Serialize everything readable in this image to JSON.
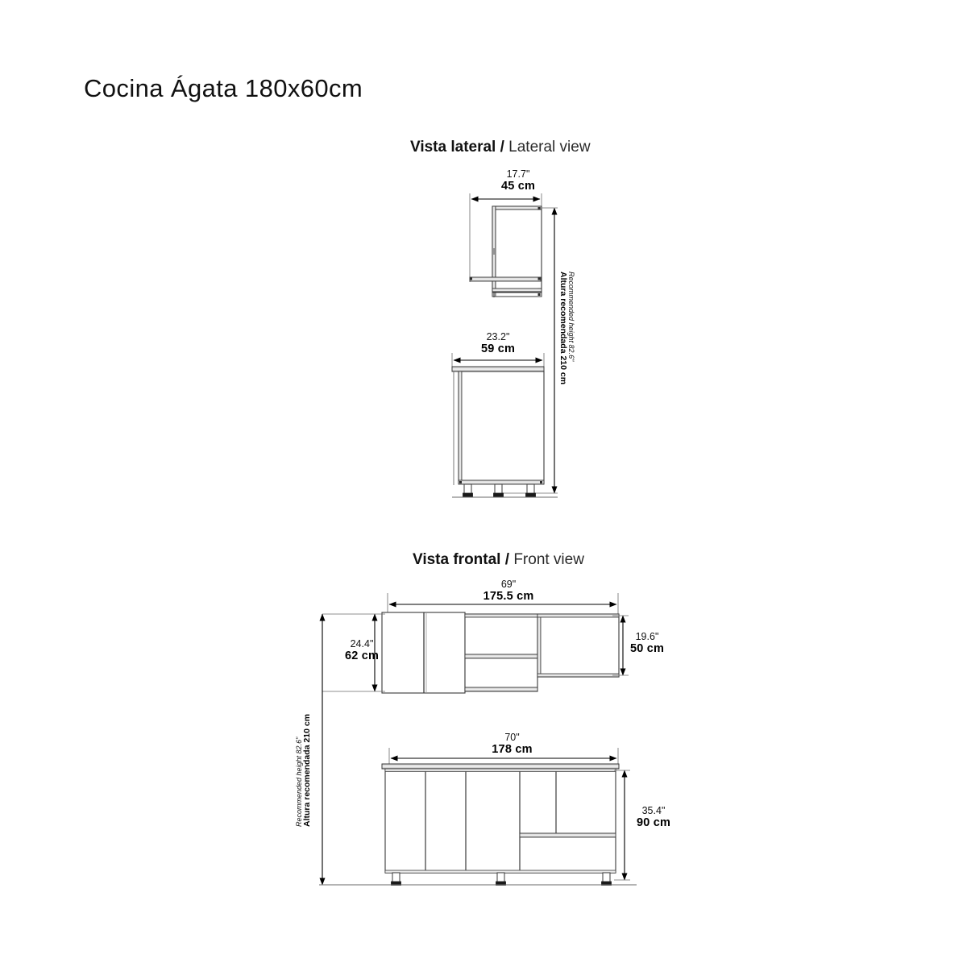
{
  "title": "Cocina Ágata 180x60cm",
  "sections": [
    {
      "id": "lateral",
      "es": "Vista lateral",
      "separator": "/",
      "en": "Lateral view"
    },
    {
      "id": "frontal",
      "es": "Vista frontal",
      "separator": "/",
      "en": "Front view"
    }
  ],
  "dimensions": {
    "lateral_upper_depth": {
      "inch": "17.7\"",
      "cm": "45 cm"
    },
    "lateral_lower_depth": {
      "inch": "23.2\"",
      "cm": "59 cm"
    },
    "front_upper_width": {
      "inch": "69\"",
      "cm": "175.5 cm"
    },
    "front_upper_left_height": {
      "inch": "24.4\"",
      "cm": "62 cm"
    },
    "front_upper_right_height": {
      "inch": "19.6\"",
      "cm": "50 cm"
    },
    "front_lower_width": {
      "inch": "70\"",
      "cm": "178 cm"
    },
    "front_lower_height": {
      "inch": "35.4\"",
      "cm": "90 cm"
    }
  },
  "recommended_height": {
    "en": "Recommended height 82.6\"",
    "es": "Altura recomendada 210 cm"
  },
  "colors": {
    "ink": "#111111",
    "line": "#3a3a3a",
    "panel_edge": "#888888",
    "dimension_line": "#000000",
    "foot": "#1a1a1a",
    "page_background": "#ffffff"
  }
}
